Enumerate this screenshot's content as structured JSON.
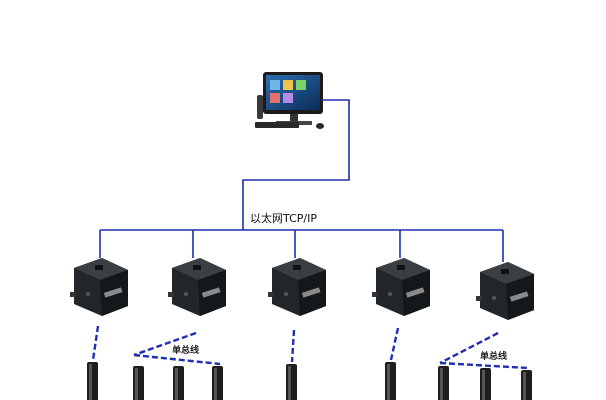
{
  "network": {
    "label": "以太网TCP/IP"
  },
  "bus_labels": [
    "单总线",
    "单总线"
  ],
  "colors": {
    "wire": "#1f2fb3",
    "device_body": "#1c1f22",
    "device_top": "#2b2f33",
    "sensor": "#1e1e1e"
  },
  "icons": [
    "desktop-computer-icon",
    "controller-device-icon",
    "temperature-sensor-icon"
  ]
}
